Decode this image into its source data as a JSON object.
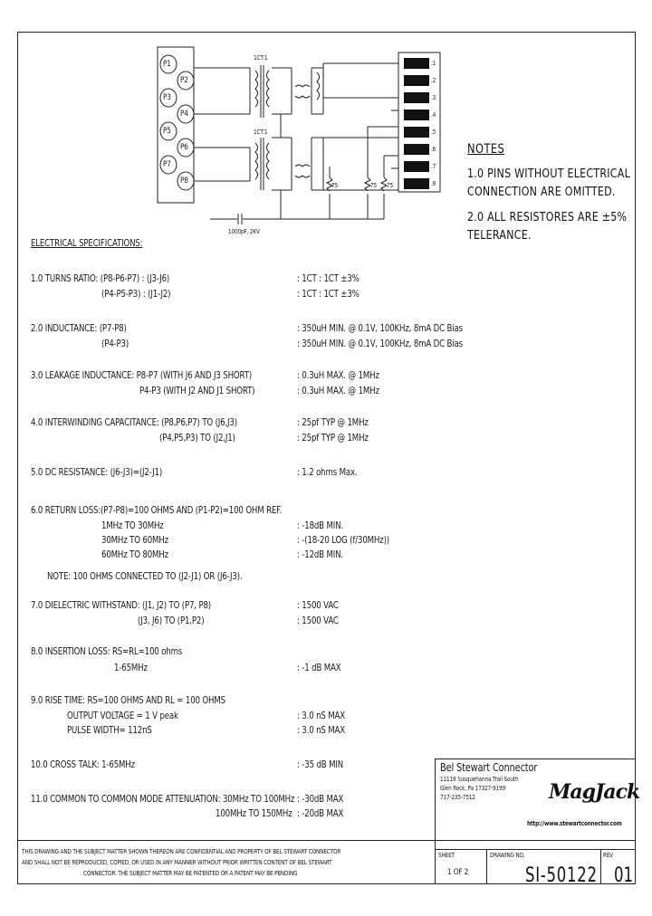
{
  "schematic": {
    "ratio_top": "1CT:1",
    "ratio_bottom": "1CT:1",
    "capacitor_label": "1000pF, 2KV",
    "resistor_label": "75",
    "pins_left": [
      "P1",
      "P2",
      "P3",
      "P4",
      "P5",
      "P6",
      "P7",
      "P8"
    ],
    "pins_right": [
      ".1",
      ".2",
      ".3",
      ".4",
      ".5",
      ".6",
      ".7",
      ".8"
    ]
  },
  "notes": {
    "title": "NOTES",
    "lines": [
      "1.0 PINS WITHOUT ELECTRICAL",
      "CONNECTION ARE OMITTED.",
      "2.0 ALL RESISTORES ARE ±5%",
      "TELERANCE."
    ]
  },
  "specs": {
    "title": "ELECTRICAL SPECIFICATIONS:",
    "rows": [
      {
        "left": "1.0 TURNS RATIO: (P8-P6-P7) : (J3-J6)",
        "right": ":  1CT : 1CT ±3%"
      },
      {
        "left": "(P4-P5-P3) : (J1-J2)",
        "right": ":  1CT : 1CT ±3%"
      },
      {
        "left": "2.0 INDUCTANCE:  (P7-P8)",
        "right": ":  350uH MIN. @ 0.1V, 100KHz, 8mA DC Bias"
      },
      {
        "left": "(P4-P3)",
        "right": ":  350uH MIN. @ 0.1V, 100KHz, 8mA DC Bias"
      },
      {
        "left": "3.0 LEAKAGE INDUCTANCE:  P8-P7 (WITH J6 AND J3 SHORT)",
        "right": ":  0.3uH MAX. @ 1MHz"
      },
      {
        "left": "P4-P3 (WITH J2 AND J1 SHORT)",
        "right": ":  0.3uH MAX. @ 1MHz"
      },
      {
        "left": "4.0 INTERWINDING CAPACITANCE:  (P8,P6,P7) TO (J6,J3)",
        "right": ":  25pf TYP @ 1MHz"
      },
      {
        "left": "(P4,P5,P3) TO (J2,J1)",
        "right": ":  25pf TYP @ 1MHz"
      },
      {
        "left": "5.0 DC RESISTANCE: (J6-J3)=(J2-J1)",
        "right": ":  1.2 ohms Max."
      },
      {
        "left": "6.0 RETURN LOSS:(P7-P8)=100 OHMS AND (P1-P2)=100 OHM REF.",
        "right": ""
      },
      {
        "left": "1MHz TO 30MHz",
        "right": ":  -18dB MIN."
      },
      {
        "left": "30MHz TO 60MHz",
        "right": ":  -(18-20 LOG (f/30MHz))"
      },
      {
        "left": "60MHz TO 80MHz",
        "right": ":  -12dB MIN."
      },
      {
        "left": "NOTE: 100 OHMS CONNECTED TO (J2-J1) OR (J6-J3).",
        "right": ""
      },
      {
        "left": "7.0 DIELECTRIC WITHSTAND:  (J1, J2) TO (P7, P8)",
        "right": ":  1500 VAC"
      },
      {
        "left": "(J3, J6) TO (P1,P2)",
        "right": ":  1500 VAC"
      },
      {
        "left": "8.0 INSERTION LOSS: RS=RL=100 ohms",
        "right": ""
      },
      {
        "left": "1-65MHz",
        "right": ":  -1 dB MAX"
      },
      {
        "left": "9.0 RISE TIME: RS=100 OHMS AND RL = 100 OHMS",
        "right": ""
      },
      {
        "left": "OUTPUT VOLTAGE = 1 V peak",
        "right": ":  3.0 nS MAX"
      },
      {
        "left": "PULSE WIDTH= 112nS",
        "right": ":  3.0 nS MAX"
      },
      {
        "left": "10.0 CROSS TALK: 1-65MHz",
        "right": ":  -35 dB MIN"
      },
      {
        "left": "11.0 COMMON TO COMMON MODE ATTENUATION: 30MHz TO 100MHz",
        "right": ":  -30dB MAX"
      },
      {
        "left": "100MHz TO 150MHz",
        "right": ":  -20dB MAX"
      }
    ]
  },
  "title_block": {
    "company": "Bel Stewart Connector",
    "address_1": "11118 Susquehanna Trail South",
    "address_2": "Glen Rock, Pa 17327-9199",
    "phone": "717-235-7512",
    "logo": "MagJack",
    "website": "http://www.stewartconnector.com",
    "disclaimer_1": "THIS DRAWING AND THE SUBJECT MATTER SHOWN THEREON ARE CONFIDENTIAL AND PROPERTY OF BEL STEWART CONNECTOR",
    "disclaimer_2": "AND SHALL NOT BE REPRODUCED, COPIED, OR USED IN ANY MANNER WITHOUT PRIOR WRITTEN CONTENT OF BEL STEWART",
    "disclaimer_3": "CONNECTOR. THE SUBJECT MATTER MAY BE PATENTED OR A PATENT MAY BE PENDING",
    "sheet_label": "SHEET",
    "sheet_value": "1 OF 2",
    "drawing_label": "DRAWING NO.",
    "drawing_no": "SI-50122",
    "rev_label": "REV",
    "rev": "01"
  }
}
